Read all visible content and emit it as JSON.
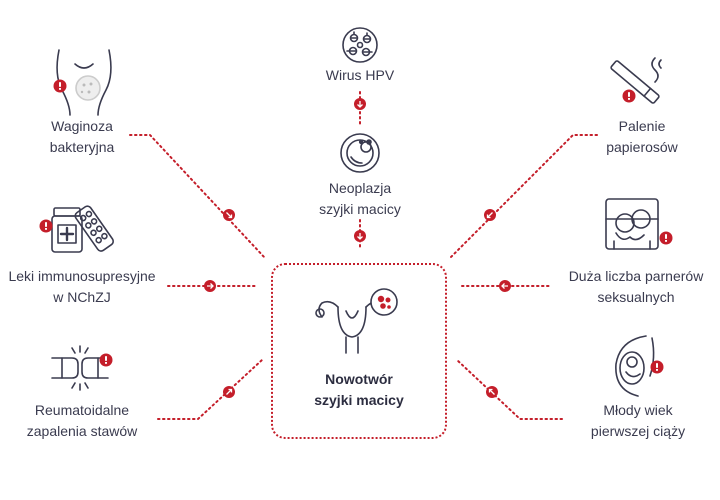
{
  "colors": {
    "accent": "#c41e2a",
    "ink": "#3a3b4f"
  },
  "center": {
    "line1": "Nowotwór",
    "line2": "szyjki macicy",
    "icon": "uterus-icon"
  },
  "factors": {
    "hpv": {
      "line1": "Wirus HPV",
      "icon": "virus-icon"
    },
    "neoplasia": {
      "line1": "Neoplazja",
      "line2": "szyjki macicy",
      "icon": "cell-icon"
    },
    "vaginosis": {
      "line1": "Waginoza",
      "line2": "bakteryjna",
      "icon": "pelvis-bacteria-icon"
    },
    "immuno": {
      "line1": "Leki immunosupresyjne",
      "line2": "w NChZJ",
      "icon": "medicine-pills-icon"
    },
    "rheuma": {
      "line1": "Reumatoidalne",
      "line2": "zapalenia stawów",
      "icon": "joint-pain-icon"
    },
    "smoking": {
      "line1": "Palenie",
      "line2": "papierosów",
      "icon": "cigarette-icon"
    },
    "partners": {
      "line1": "Duża liczba parnerów",
      "line2": "seksualnych",
      "icon": "couple-bed-icon"
    },
    "young": {
      "line1": "Młody wiek",
      "line2": "pierwszej ciąży",
      "icon": "pregnancy-icon"
    }
  }
}
